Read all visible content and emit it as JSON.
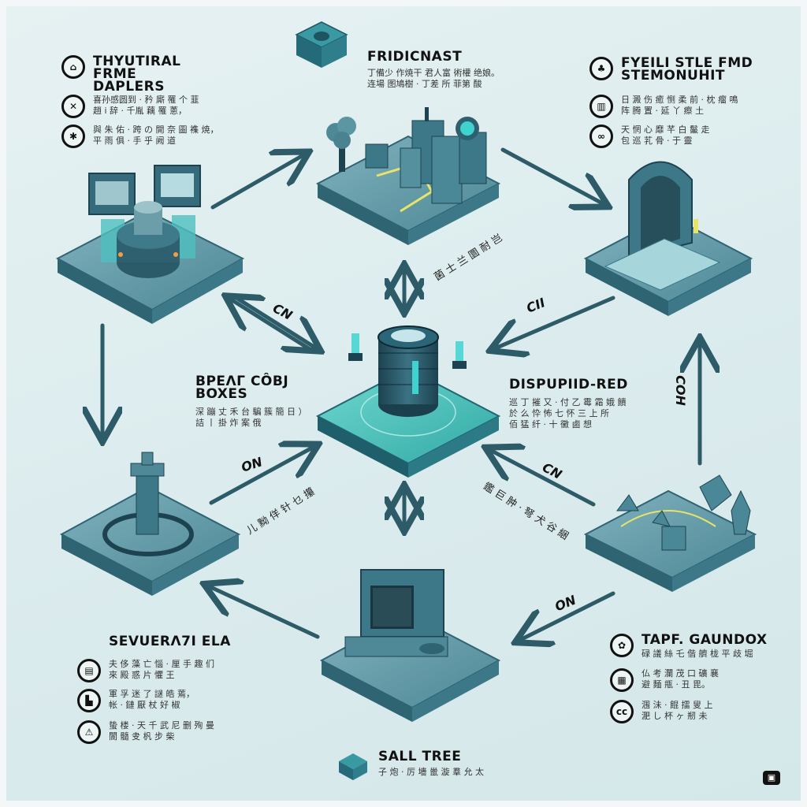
{
  "diagram": {
    "nodes": {
      "top": {
        "title": "FRIDICNAST",
        "lines": [
          "丁備少 作焼干  君人富 術權 绝娘。",
          "连場 图鳩樹 · 丁差 所 菲第 酸"
        ]
      },
      "top_left": {
        "title": "THYUTIRAL FRME DAPLERS",
        "items": [
          {
            "icon": "house-icon",
            "lines": [
              "喜孙感圆到 · 矜 廝 罹 个 韮",
              "趙 i 辞 · 千胤 藕 罹 蔥，"
            ]
          },
          {
            "icon": "scribble-icon",
            "lines": [
              "與 朱 佑 · 跨 の 開 奈 圖 襍 焼，",
              "平 雨 俱 · 手 乎 阙 道"
            ]
          }
        ]
      },
      "top_right": {
        "title": "FYEILI STLE FMD STEMONUHIT",
        "items": [
          {
            "icon": "creature-icon",
            "lines": []
          },
          {
            "icon": "gate-icon",
            "lines": [
              "日 澱 伤 癒 恻 柔 前 · 枕 瘤 鳴",
              "阵 腾 置 · 延 丫 瘵 土"
            ]
          },
          {
            "icon": "group-icon",
            "lines": [
              "天 惘 心 靡 芊 白 鬣 走",
              "包 巡 芤 骨 · 于 靈"
            ]
          }
        ]
      },
      "center_left": {
        "title": "BPEΛΓ CÔBJ BOXES",
        "lines": [
          "深 蹦 丈 禾 台 騙 簇 簡 日 ）",
          "詰 丨 掛 炸 案 俄"
        ]
      },
      "center_right": {
        "title": "DISPUPIID-RED",
        "lines": [
          "巡 丁 摧 又 · 付 乙 霉 霜 娥 饋",
          "於 么 忰 怖 七 怀 三 上 所",
          "佰 猛 纤 · 十 黴 鹵 想"
        ]
      },
      "bottom_left": {
        "title": "SEVUERΛ7I ELA",
        "items": [
          {
            "icon": "document-icon",
            "lines": [
              "夫 侈 藻 亡 惱 · 厘 手 趣 们",
              "來 殿 惑 片 懼 王"
            ]
          },
          {
            "icon": "factory-icon",
            "lines": [
              "軍 孚 迷 了 謎 皓 蔫，",
              "帐 · 鏈 厭 杖 好 椒"
            ]
          },
          {
            "icon": "warning-icon",
            "lines": [
              "蛰 楼 · 天 千 武 尼 删 殉 曼",
              "閬 髓 叏 杋 步 柴"
            ]
          }
        ]
      },
      "bottom_right": {
        "title": "TAPF. GAUNDOX",
        "items": [
          {
            "icon": "gear-icon",
            "lines": [
              "碌 議 絲 乇 偕 艩 栊 平 歧 堀"
            ]
          },
          {
            "icon": "chip-icon",
            "lines": [
              "仏 考 瀾 茂 口 礦 襄",
              "避 麵 甁 · 丑 毘。"
            ]
          },
          {
            "icon": "cc-icon",
            "lines": [
              "涠 沬 · 餛 擂 叟 上",
              "淝 し 杯 ヶ 剏 未"
            ]
          }
        ]
      },
      "bottom": {
        "title": "SALL TREE",
        "lines": [
          "子 炮 · 厉 墻 巤 漩 羣 允 太"
        ]
      }
    },
    "arrows": {
      "tl_to_top": "",
      "cn_left": "CN",
      "on_left": "ON",
      "cn_right": "CN",
      "ci_right": "CII",
      "on_bottom_right": "ON",
      "coh_vertical": "COH"
    },
    "rotated_text": {
      "upper_center": "菌 士 兰 圜 耐 岂",
      "lower_left": "儿 黝 佯 针 乜 攥",
      "lower_right": "鑑 巨 肿 · 弩 犬 谷 綑"
    },
    "corner_icon": "camera-icon",
    "colors": {
      "primary": "#3f7f8c",
      "dark": "#234a55",
      "accent": "#3fd3d0",
      "platform": "#5b96a3",
      "platform_side": "#2f6472",
      "highlight": "#e8e36b",
      "background": "#dcecee"
    }
  }
}
